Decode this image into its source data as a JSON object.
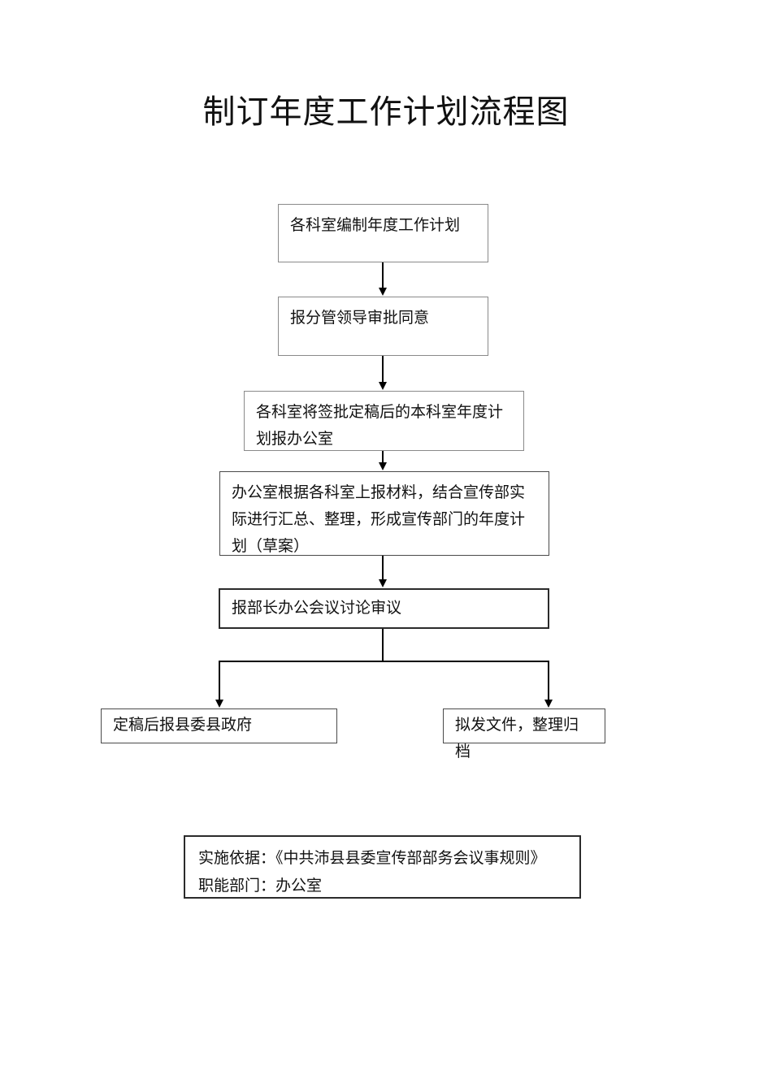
{
  "document": {
    "title": "制订年度工作计划流程图",
    "background_color": "#ffffff",
    "text_color": "#111111",
    "box_border_color": "#8a8a8a",
    "emphasis_border_color": "#2b2b2b",
    "connector_color": "#000000"
  },
  "flow": {
    "nodes": [
      {
        "id": "step-1",
        "label": "各科室编制年度工作计划"
      },
      {
        "id": "step-2",
        "label": "报分管领导审批同意"
      },
      {
        "id": "step-3",
        "label": "各科室将签批定稿后的本科室年度计\n划报办公室"
      },
      {
        "id": "step-4",
        "label": "办公室根据各科室上报材料，结合宣传部实\n际进行汇总、整理，形成宣传部门的年度计\n划（草案）"
      },
      {
        "id": "step-5",
        "label": "报部长办公会议讨论审议"
      },
      {
        "id": "branch-left",
        "label": "定稿后报县委县政府"
      },
      {
        "id": "branch-right",
        "label": "拟发文件，整理归档"
      }
    ],
    "connectors": [
      {
        "id": "arrow-1-2",
        "from": "step-1",
        "to": "step-2",
        "type": "vertical-arrow"
      },
      {
        "id": "arrow-2-3",
        "from": "step-2",
        "to": "step-3",
        "type": "vertical-arrow"
      },
      {
        "id": "arrow-3-4",
        "from": "step-3",
        "to": "step-4",
        "type": "vertical-arrow"
      },
      {
        "id": "arrow-4-5",
        "from": "step-4",
        "to": "step-5",
        "type": "vertical-arrow"
      },
      {
        "id": "split-5-branches",
        "from": "step-5",
        "to": "branch-left, branch-right",
        "type": "split-arrow"
      }
    ]
  },
  "footnote": {
    "basis_line": "实施依据：《中共沛县县委宣传部部务会议事规则》",
    "department_line": "职能部门：办公室",
    "text": "实施依据：《中共沛县县委宣传部部务会议事规则》\n职能部门：办公室"
  }
}
